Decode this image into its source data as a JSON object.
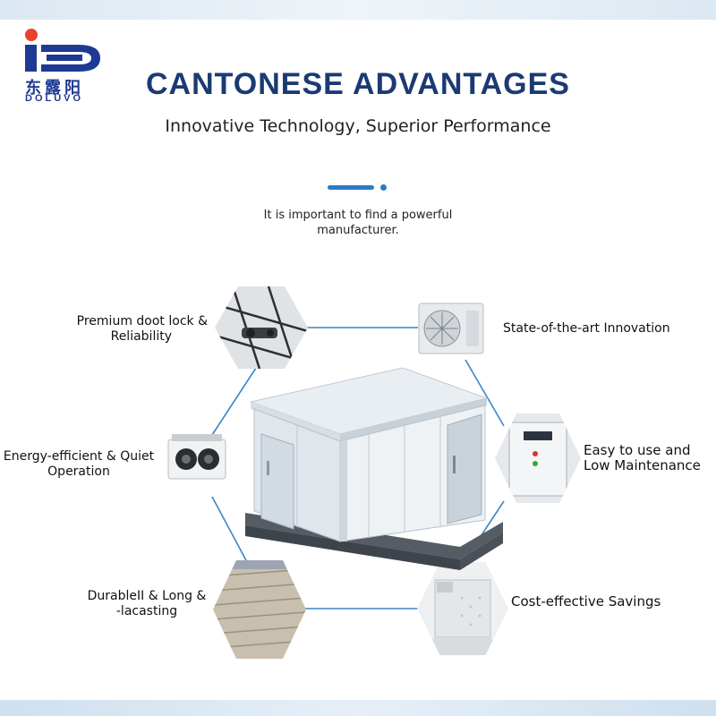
{
  "brand": {
    "name_zh": "东露阳",
    "name_en": "DOLUVO"
  },
  "header": {
    "title": "CANTONESE ADVANTAGES",
    "subtitle": "Innovative Technology, Superior Performance",
    "tagline_line1": "It is important to find a powerful",
    "tagline_line2": "manufacturer."
  },
  "features": {
    "door_lock": {
      "line1": "Premium doot lock &",
      "line2": "Reliability",
      "icon": "door-lock-icon"
    },
    "innovation": {
      "line1": "State-of-the-art Innovation",
      "icon": "condensing-unit-icon"
    },
    "energy": {
      "line1": "Energy-efficient & Quiet",
      "line2": "Operation",
      "icon": "evaporator-fan-icon"
    },
    "easy_use": {
      "line1": "Easy to use and",
      "line2": "Low Maintenance",
      "icon": "control-box-icon"
    },
    "durable": {
      "line1": "DurableII & Long &",
      "line2": "-lacasting",
      "icon": "insulated-panel-icon"
    },
    "savings": {
      "line1": "Cost-effective Savings",
      "icon": "cold-room-interior-icon"
    }
  },
  "colors": {
    "accent": "#2a7cc7",
    "title": "#1b3a73",
    "logo_blue": "#1f3a93",
    "logo_red": "#e8412c"
  }
}
